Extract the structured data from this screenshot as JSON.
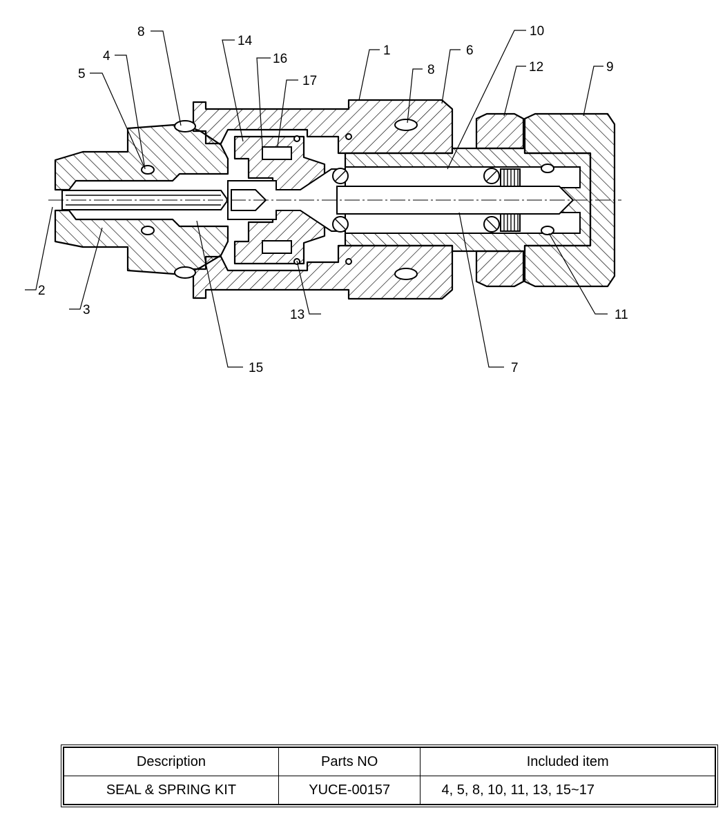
{
  "drawing": {
    "callouts": [
      {
        "id": "c1",
        "text": "1"
      },
      {
        "id": "c2",
        "text": "2"
      },
      {
        "id": "c3",
        "text": "3"
      },
      {
        "id": "c4",
        "text": "4"
      },
      {
        "id": "c5",
        "text": "5"
      },
      {
        "id": "c6",
        "text": "6"
      },
      {
        "id": "c7",
        "text": "7"
      },
      {
        "id": "c8a",
        "text": "8"
      },
      {
        "id": "c8b",
        "text": "8"
      },
      {
        "id": "c9",
        "text": "9"
      },
      {
        "id": "c10",
        "text": "10"
      },
      {
        "id": "c11",
        "text": "11"
      },
      {
        "id": "c12",
        "text": "12"
      },
      {
        "id": "c13",
        "text": "13"
      },
      {
        "id": "c14",
        "text": "14"
      },
      {
        "id": "c15",
        "text": "15"
      },
      {
        "id": "c16",
        "text": "16"
      },
      {
        "id": "c17",
        "text": "17"
      }
    ]
  },
  "parts_table": {
    "headers": [
      "Description",
      "Parts NO",
      "Included item"
    ],
    "rows": [
      [
        "SEAL & SPRING KIT",
        "YUCE-00157",
        "4, 5, 8, 10, 11, 13, 15~17"
      ]
    ]
  }
}
